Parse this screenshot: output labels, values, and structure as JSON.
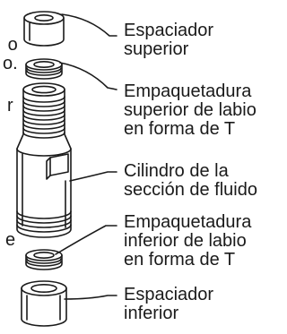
{
  "labels": {
    "upper_spacer": [
      "Espaciador",
      "superior"
    ],
    "upper_packing": [
      "Empaquetadura",
      "superior de labio",
      "en forma de T"
    ],
    "cylinder": [
      "Cilindro de la",
      "sección de fluido"
    ],
    "lower_packing": [
      "Empaquetadura",
      "inferior de labio",
      "en forma de T"
    ],
    "lower_spacer": [
      "Espaciador",
      "inferior"
    ]
  },
  "cropped_text": {
    "left_upper": [
      "o",
      "o."
    ],
    "left_middle": "r",
    "left_lower": "e"
  },
  "colors": {
    "line": "#1a1a1a",
    "background": "#ffffff"
  }
}
